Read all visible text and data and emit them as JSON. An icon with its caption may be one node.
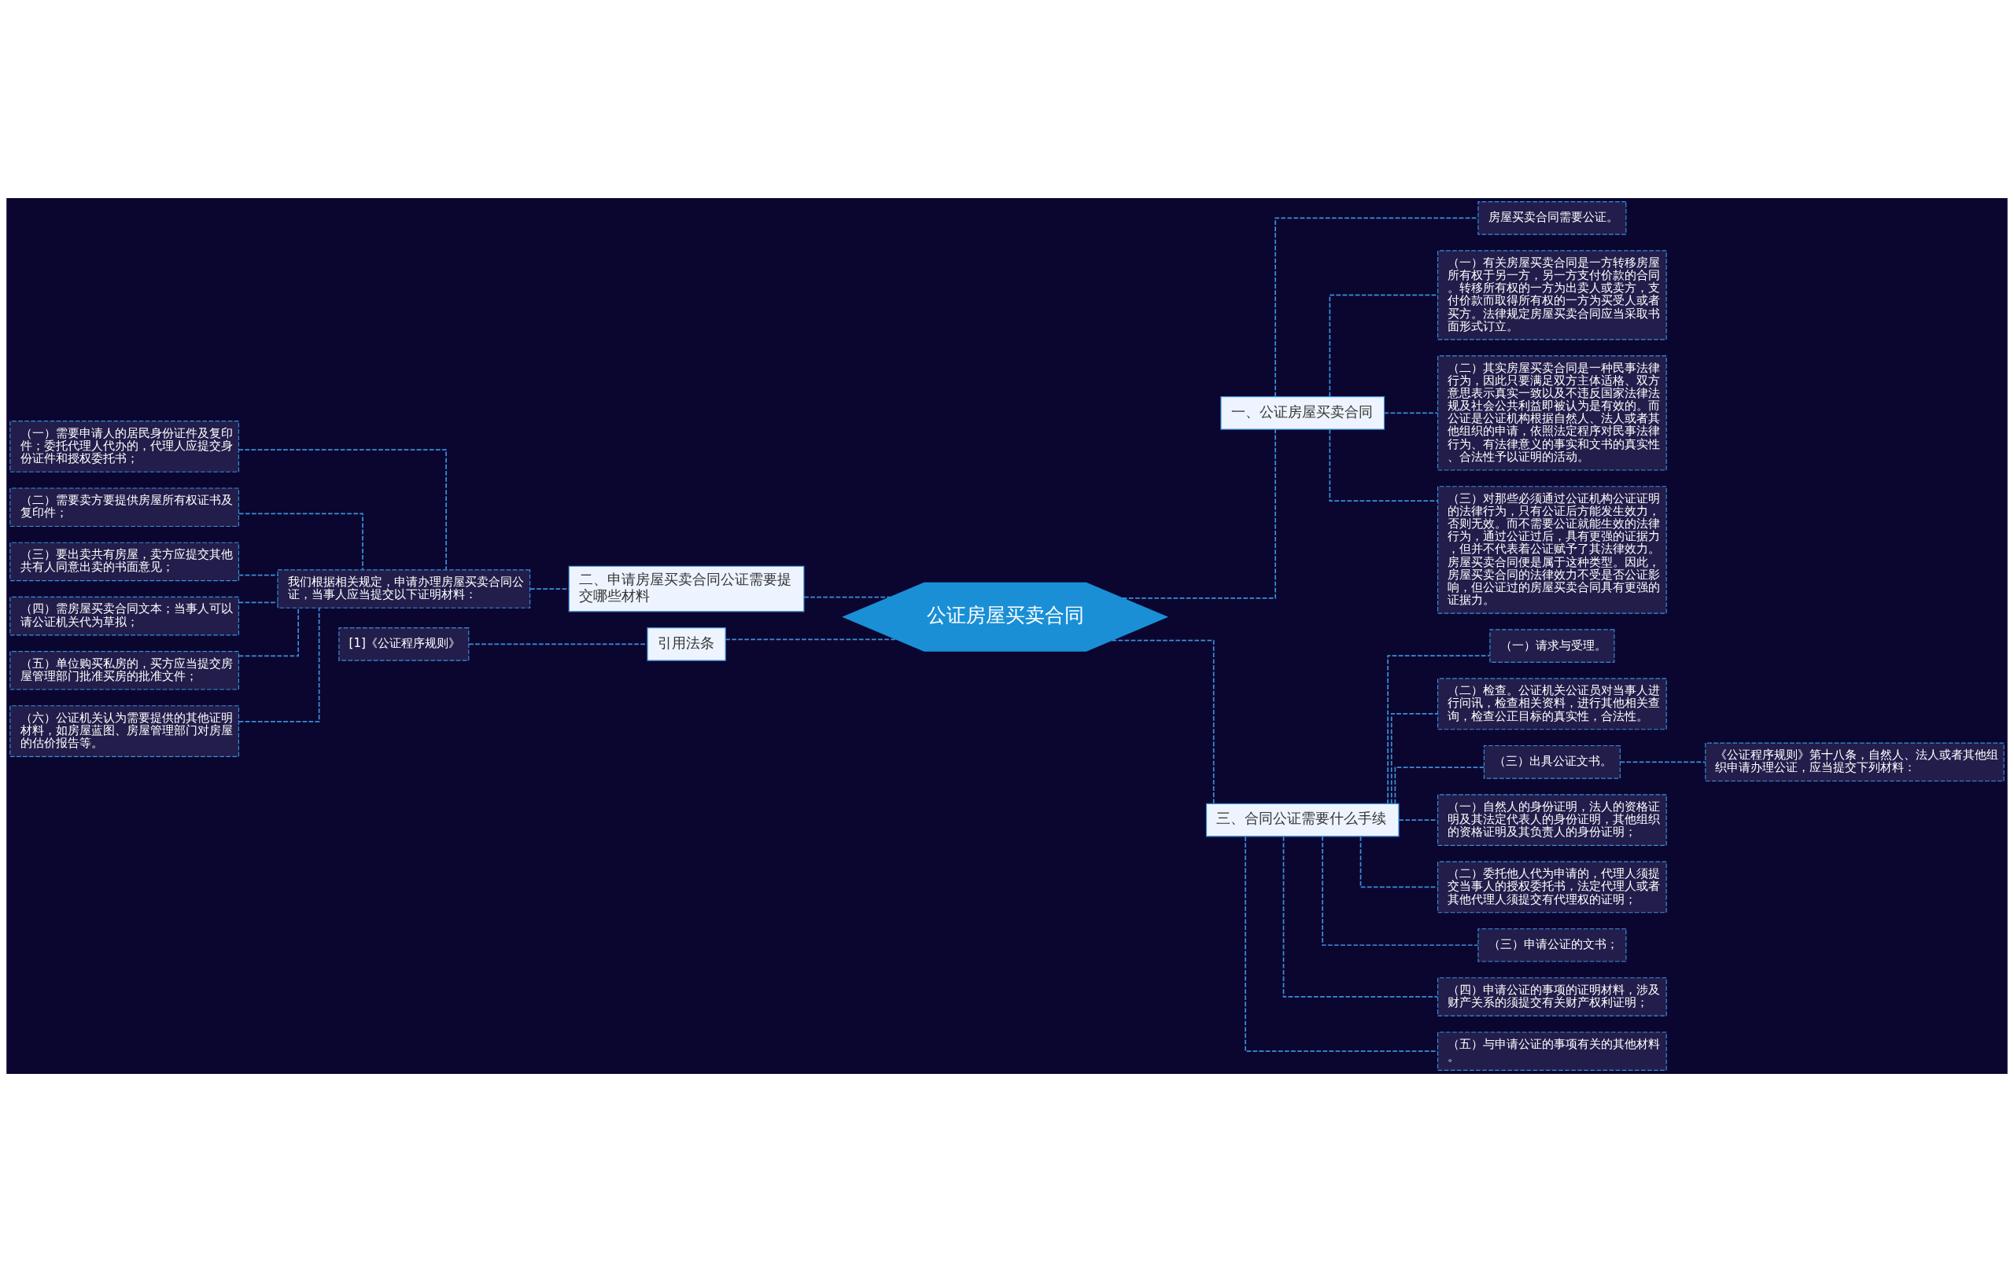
{
  "diagram": {
    "nodes": [
      {
        "text": [
          "公证房屋买卖合同"
        ]
      },
      {
        "text": [
          "一、公证房屋买卖合同"
        ]
      },
      {
        "text": [
          "房屋买卖合同需要公证。"
        ]
      },
      {
        "text": [
          "（一）有关房屋买卖合同是一方转移房屋所有权于另一方，另一方支付价款的合同。转移所有权的一方为出卖人或卖方，支付价款而取得所有权的一方为买受人或者买方。法律规定房屋买卖合同应当采取书面形式订立。"
        ]
      },
      {
        "text": [
          "（二）其实房屋买卖合同是一种民事法律行为，因此只要满足双方主体适格、双方意思表示真实一致以及不违反国家法律法规及社会公共利益即被认为是有效的。而公证是公证机构根据自然人、法人或者其他组织的申请，依照法定程序对民事法律行为、有法律意义的事实和文书的真实性、合法性予以证明的活动。"
        ]
      },
      {
        "text": [
          "（三）对那些必须通过公证机构公证证明的法律行为，只有公证后方能发生效力，否则无效。而不需要公证就能生效的法律行为，通过公证过后，具有更强的证据力，但并不代表着公证赋予了其法律效力。房屋买卖合同便是属于这种类型。因此，房屋买卖合同的法律效力不受是否公证影响，但公证过的房屋买卖合同具有更强的证据力。"
        ]
      },
      {
        "text": [
          "三、合同公证需要什么手续"
        ]
      },
      {
        "text": [
          "（一）请求与受理。"
        ]
      },
      {
        "text": [
          "（二）检查。公证机关公证员对当事人进行问讯，检查相关资料，进行其他相关查询，检查公正目标的真实性，合法性。"
        ]
      },
      {
        "text": [
          "（三）出具公证文书。"
        ]
      },
      {
        "text": [
          "《公证程序规则》第十八条，自然人、法人或者其他组织申请办理公证，应当提交下列材料："
        ]
      },
      {
        "text": [
          "（一）自然人的身份证明，法人的资格证明及其法定代表人的身份证明，其他组织的资格证明及其负责人的身份证明；"
        ]
      },
      {
        "text": [
          "（二）委托他人代为申请的，代理人须提交当事人的授权委托书，法定代理人或者其他代理人须提交有代理权的证明；"
        ]
      },
      {
        "text": [
          "（三）申请公证的文书；"
        ]
      },
      {
        "text": [
          "（四）申请公证的事项的证明材料，涉及财产关系的须提交有关财产权利证明；"
        ]
      },
      {
        "text": [
          "（五）与申请公证的事项有关的其他材料。"
        ]
      },
      {
        "text": [
          "二、申请房屋买卖合同公证需要提交哪些材料"
        ]
      },
      {
        "text": [
          "我们根据相关规定，申请办理房屋买卖合同公证，当事人应当提交以下证明材料："
        ]
      },
      {
        "text": [
          "（一）需要申请人的居民身份证件及复印件；委托代理人代办的，代理人应提交身份证件和授权委托书；"
        ]
      },
      {
        "text": [
          "（二）需要卖方要提供房屋所有权证书及复印件；"
        ]
      },
      {
        "text": [
          "（三）要出卖共有房屋，卖方应提交其他共有人同意出卖的书面意见；"
        ]
      },
      {
        "text": [
          "（四）需房屋买卖合同文本；当事人可以请公证机关代为草拟；"
        ]
      },
      {
        "text": [
          "（五）单位购买私房的，买方应当提交房屋管理部门批准买房的批准文件；"
        ]
      },
      {
        "text": [
          "（六）公证机关认为需要提供的其他证明材料，如房屋蓝图、房屋管理部门对房屋的估价报告等。"
        ]
      },
      {
        "text": [
          "引用法条"
        ]
      },
      {
        "text": [
          "[1]《公证程序规则》"
        ]
      }
    ],
    "edges": [
      {
        "from": 0,
        "to": 1,
        "arrow": "none"
      },
      {
        "from": 1,
        "to": 2,
        "arrow": "none"
      },
      {
        "from": 1,
        "to": 3,
        "arrow": "none"
      },
      {
        "from": 1,
        "to": 4,
        "arrow": "none"
      },
      {
        "from": 1,
        "to": 5,
        "arrow": "none"
      },
      {
        "from": 0,
        "to": 6,
        "arrow": "none"
      },
      {
        "from": 6,
        "to": 7,
        "arrow": "none"
      },
      {
        "from": 6,
        "to": 8,
        "arrow": "none"
      },
      {
        "from": 6,
        "to": 9,
        "arrow": "none"
      },
      {
        "from": 9,
        "to": 10,
        "arrow": "none"
      },
      {
        "from": 6,
        "to": 11,
        "arrow": "none"
      },
      {
        "from": 6,
        "to": 12,
        "arrow": "none"
      },
      {
        "from": 6,
        "to": 13,
        "arrow": "none"
      },
      {
        "from": 6,
        "to": 14,
        "arrow": "none"
      },
      {
        "from": 6,
        "to": 15,
        "arrow": "none"
      },
      {
        "from": 0,
        "to": 16,
        "arrow": "none"
      },
      {
        "from": 16,
        "to": 17,
        "arrow": "none"
      },
      {
        "from": 17,
        "to": 18,
        "arrow": "none"
      },
      {
        "from": 17,
        "to": 19,
        "arrow": "none"
      },
      {
        "from": 17,
        "to": 20,
        "arrow": "none"
      },
      {
        "from": 17,
        "to": 21,
        "arrow": "none"
      },
      {
        "from": 17,
        "to": 22,
        "arrow": "none"
      },
      {
        "from": 17,
        "to": 23,
        "arrow": "none"
      },
      {
        "from": 0,
        "to": 24,
        "arrow": "none"
      },
      {
        "from": 24,
        "to": 25,
        "arrow": "none"
      }
    ]
  }
}
